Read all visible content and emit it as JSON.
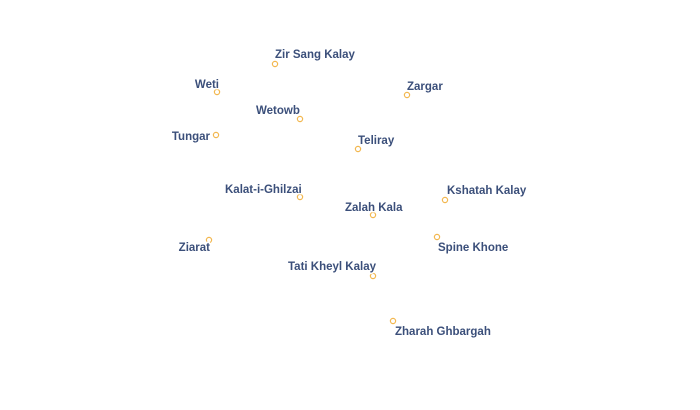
{
  "style": {
    "label_color": "#3b4f7a",
    "marker_color": "#f2b74f",
    "background": "#ffffff"
  },
  "places": [
    {
      "name": "Zir Sang Kalay"
    },
    {
      "name": "Weti"
    },
    {
      "name": "Zargar"
    },
    {
      "name": "Wetowb"
    },
    {
      "name": "Tungar"
    },
    {
      "name": "Teliray"
    },
    {
      "name": "Kalat-i-Ghilzai"
    },
    {
      "name": "Kshatah Kalay"
    },
    {
      "name": "Zalah Kala"
    },
    {
      "name": "Ziarat"
    },
    {
      "name": "Spine Khone"
    },
    {
      "name": "Tati Kheyl Kalay"
    },
    {
      "name": "Zharah Ghbargah"
    }
  ]
}
